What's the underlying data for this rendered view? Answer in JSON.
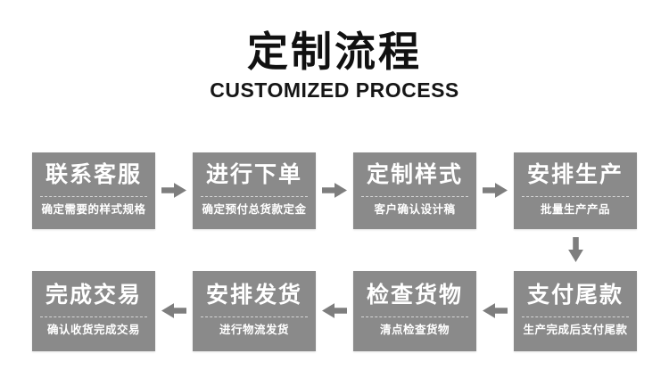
{
  "header": {
    "title": "定制流程",
    "subtitle": "CUSTOMIZED PROCESS"
  },
  "colors": {
    "page_bg": "#ffffff",
    "heading_text": "#111111",
    "box_bg": "#8a8a8a",
    "box_text": "#ffffff",
    "box_divider": "rgba(255,255,255,0.65)",
    "arrow": "#7e7e7e"
  },
  "icons": {
    "right": "arrow-right-icon",
    "left": "arrow-left-icon",
    "down": "arrow-down-icon"
  },
  "flow": {
    "row1": [
      {
        "title": "联系客服",
        "subtitle": "确定需要的样式规格"
      },
      {
        "title": "进行下单",
        "subtitle": "确定预付总货款定金"
      },
      {
        "title": "定制样式",
        "subtitle": "客户确认设计稿"
      },
      {
        "title": "安排生产",
        "subtitle": "批量生产产品"
      }
    ],
    "row2": [
      {
        "title": "完成交易",
        "subtitle": "确认收货完成交易"
      },
      {
        "title": "安排发货",
        "subtitle": "进行物流发货"
      },
      {
        "title": "检查货物",
        "subtitle": "清点检查货物"
      },
      {
        "title": "支付尾款",
        "subtitle": "生产完成后支付尾款"
      }
    ]
  }
}
